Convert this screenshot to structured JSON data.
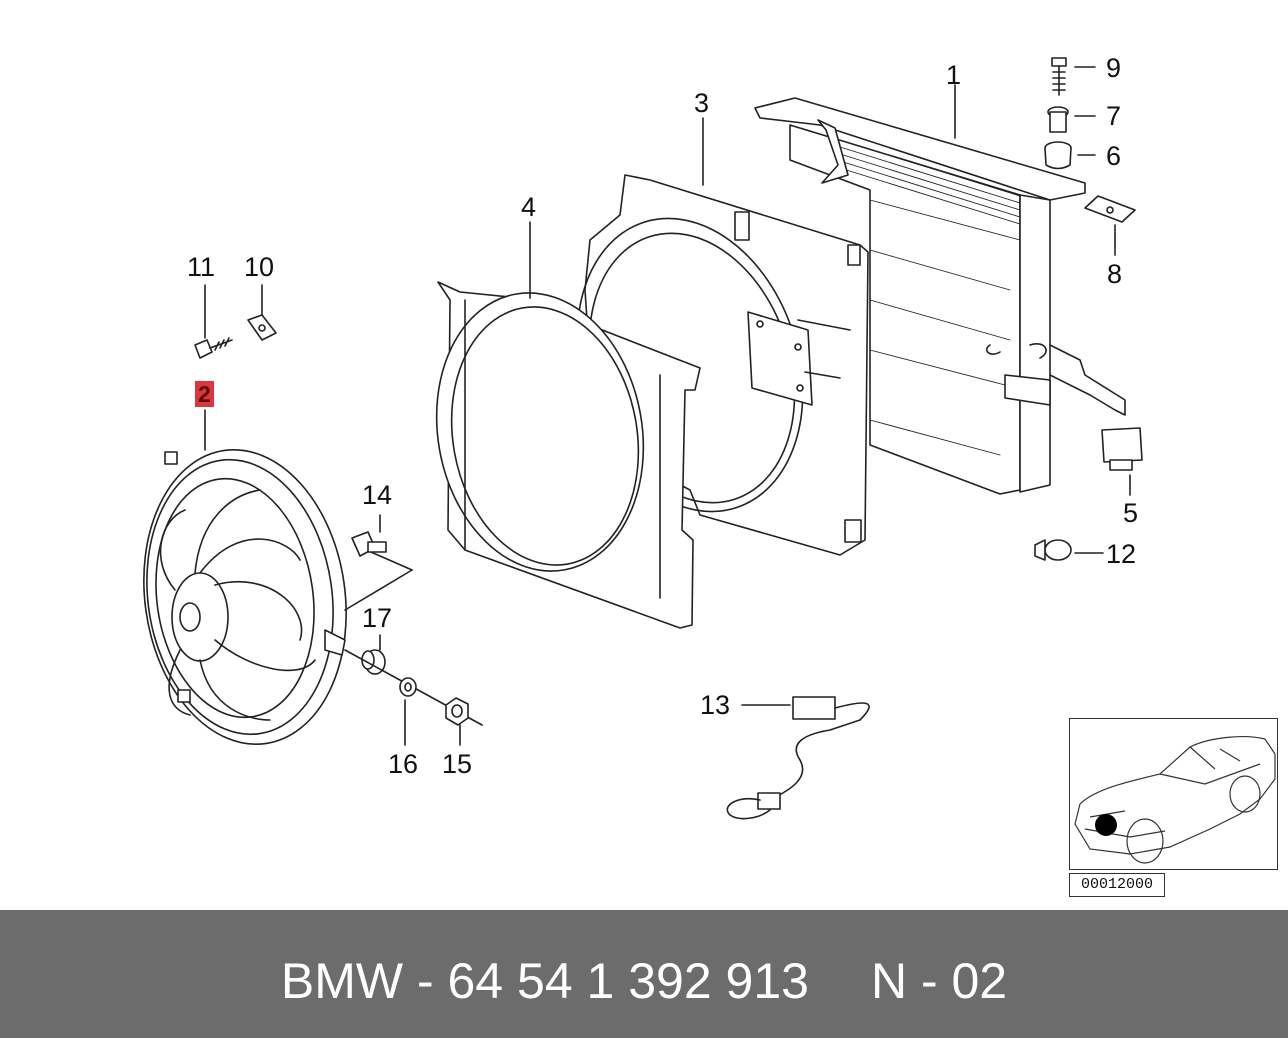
{
  "callouts": {
    "c1": "1",
    "c2": "2",
    "c3": "3",
    "c4": "4",
    "c5": "5",
    "c6": "6",
    "c7": "7",
    "c8": "8",
    "c9": "9",
    "c10": "10",
    "c11": "11",
    "c12": "12",
    "c13": "13",
    "c14": "14",
    "c15": "15",
    "c16": "16",
    "c17": "17"
  },
  "highlighted_part": "2",
  "highlight_color": "#d9363e",
  "thumbnail_code": "00012000",
  "footer": {
    "part_number": "BMW - 64 54 1 392 913",
    "suffix": "N - 02"
  },
  "colors": {
    "footer_bg": "#6c6c6c",
    "footer_text": "#ffffff",
    "line": "#222222"
  }
}
